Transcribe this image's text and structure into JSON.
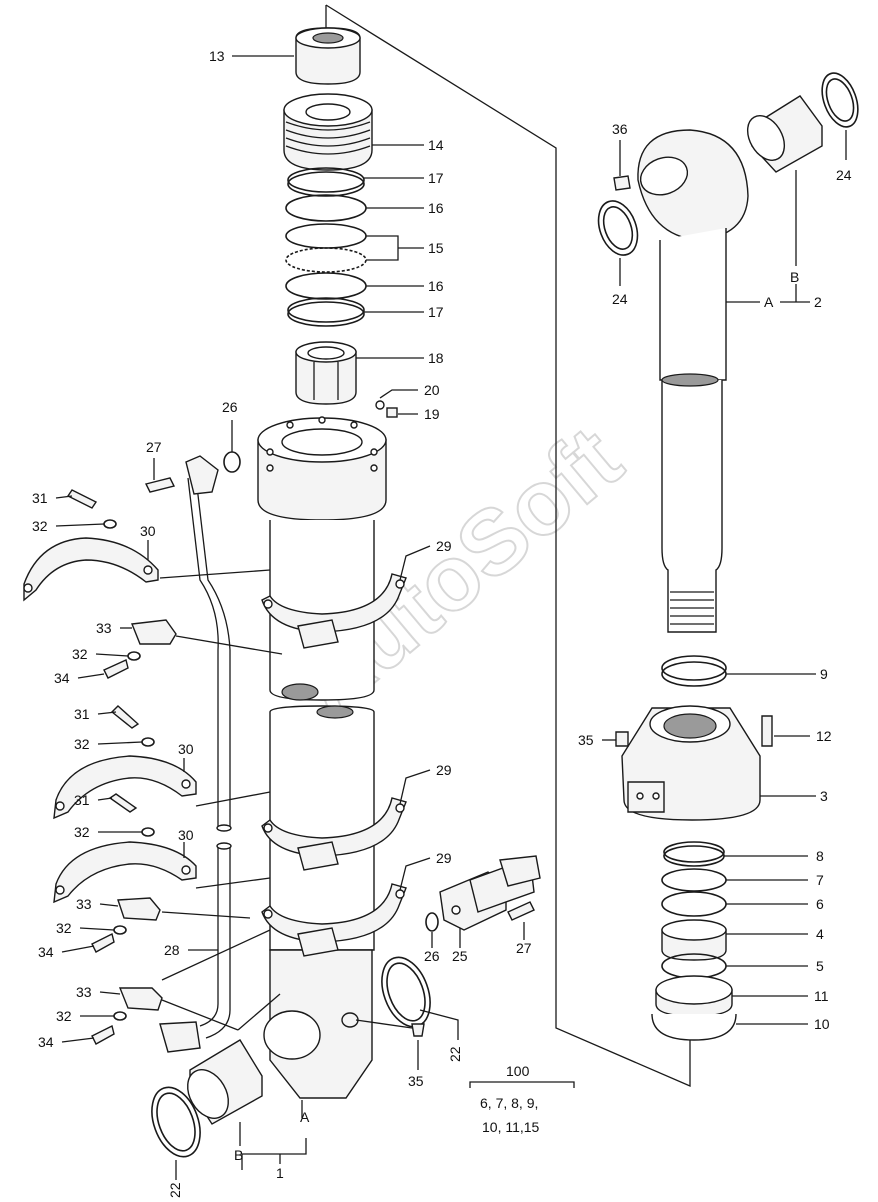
{
  "diagram": {
    "watermark": "AutoSoft",
    "kit_number": "100",
    "kit_line1": "6, 7, 8, 9,",
    "kit_line2": "10, 11,15",
    "callouts": {
      "p13": "13",
      "p14": "14",
      "p17a": "17",
      "p16a": "16",
      "p15": "15",
      "p16b": "16",
      "p17b": "17",
      "p18": "18",
      "p20": "20",
      "p19": "19",
      "p26a": "26",
      "p27a": "27",
      "p31a": "31",
      "p32a": "32",
      "p30a": "30",
      "p29a": "29",
      "p33a": "33",
      "p32b": "32",
      "p34a": "34",
      "p31b": "31",
      "p32c": "32",
      "p30b": "30",
      "p29b": "29",
      "p31c": "31",
      "p32d": "32",
      "p30c": "30",
      "p29c": "29",
      "p33b": "33",
      "p32e": "32",
      "p34b": "34",
      "p28": "28",
      "p26b": "26",
      "p25": "25",
      "p27b": "27",
      "p33c": "33",
      "p32f": "32",
      "p34c": "34",
      "p22a": "22",
      "p35a": "35",
      "p22b": "22",
      "pA1": "A",
      "pB1": "B",
      "p1": "1",
      "p36": "36",
      "p24a": "24",
      "p24b": "24",
      "pB2": "B",
      "pA2": "A",
      "p2": "2",
      "p9": "9",
      "p35b": "35",
      "p12": "12",
      "p3": "3",
      "p8": "8",
      "p7": "7",
      "p6": "6",
      "p4": "4",
      "p5": "5",
      "p11": "11",
      "p10": "10"
    }
  }
}
